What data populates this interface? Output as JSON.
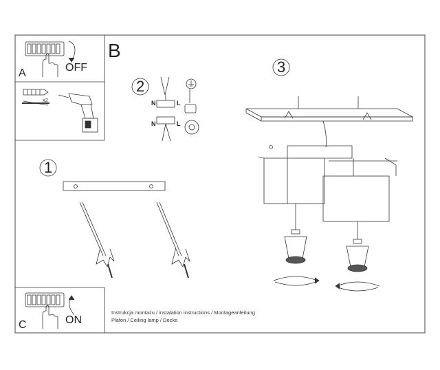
{
  "panel_a": {
    "letter": "A",
    "switch_state": "OFF"
  },
  "panel_c": {
    "letter": "C",
    "switch_state": "ON"
  },
  "section_b": {
    "letter": "B"
  },
  "steps": {
    "one": "1",
    "two": "2",
    "three": "3"
  },
  "wiring": {
    "n_top": "N",
    "l_top": "L",
    "n_bottom": "N",
    "l_bottom": "L"
  },
  "tools": {
    "anchor_count": "x2"
  },
  "footer": {
    "line1": "Instrukcja montażu / instalation instructions / Montageanleitung",
    "line2": "Plafon / Ceiling lamp / Decke"
  },
  "icons": [
    "circuit-breaker-icon",
    "hand-icon",
    "rotate-arrow-icon",
    "wall-anchor-icon",
    "screw-icon",
    "drill-icon",
    "ground-symbol-icon",
    "terminal-block-icon",
    "ceiling-lamp-icon",
    "gu10-bulb-icon"
  ]
}
